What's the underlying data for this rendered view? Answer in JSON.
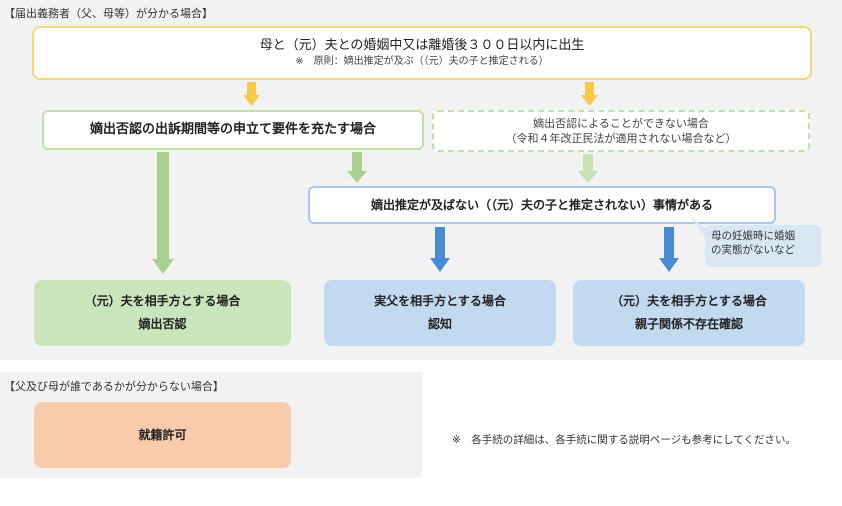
{
  "section1": {
    "header": "【届出義務者（父、母等）が分かる場合】",
    "top_box": {
      "line1": "母と（元）夫との婚姻中又は離婚後３００日以内に出生",
      "line2": "※　原則：嫡出推定が及ぶ（（元）夫の子と推定される）"
    },
    "left_box": "嫡出否認の出訴期間等の申立て要件を充たす場合",
    "right_dashed_box": {
      "line1": "嫡出否認によることができない場合",
      "line2": "（令和４年改正民法が適用されない場合など）"
    },
    "middle_box": "嫡出推定が及ばない（（元）夫の子と推定されない）事情がある",
    "note_bubble": {
      "line1": "母の妊娠時に婚姻",
      "line2": "の実態がないなど"
    },
    "outcomes": [
      {
        "line1": "（元）夫を相手方とする場合",
        "line2": "嫡出否認"
      },
      {
        "line1": "実父を相手方とする場合",
        "line2": "認知"
      },
      {
        "line1": "（元）夫を相手方とする場合",
        "line2": "親子関係不存在確認"
      }
    ]
  },
  "section2": {
    "header": "【父及び母が誰であるかが分からない場合】",
    "box": "就籍許可"
  },
  "footnote": "※　各手続の詳細は、各手続に関する説明ページも参考にしてください。",
  "colors": {
    "yellow_arrow": "#f7c948",
    "green_arrow": "#a9d08e",
    "blue_arrow": "#4a8bd4"
  }
}
